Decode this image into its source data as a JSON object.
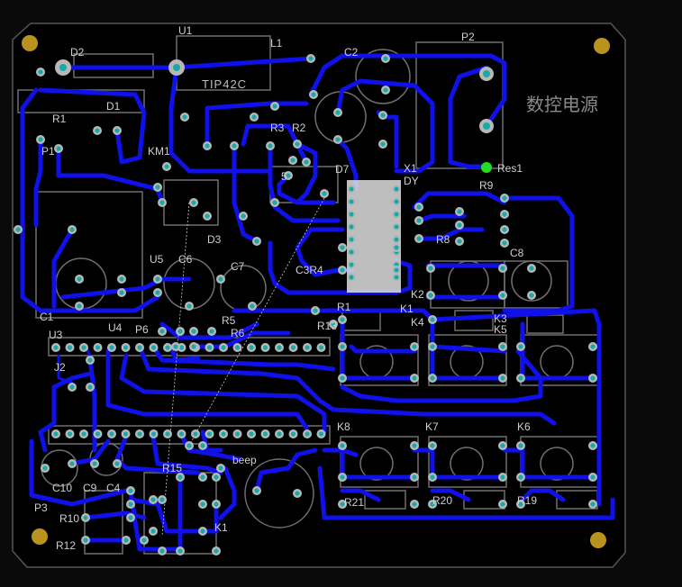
{
  "board": {
    "title": "数控电源",
    "colors": {
      "background": "#0a0a0a",
      "board": "#000000",
      "trace": "#1010e8",
      "silkscreen": "#6f6f6f",
      "pad": "#b8b8b8",
      "via": "#1aa9a9",
      "mounting_hole": "#b8941f",
      "highlight": "#e8e8e8",
      "marker": "#22dd22"
    }
  },
  "labels": {
    "u1": "U1",
    "l1": "L1",
    "d2": "D2",
    "c2": "C2",
    "p2": "P2",
    "tip42c": "TIP42C",
    "r1": "R1",
    "d1": "D1",
    "p1": "P1",
    "km1": "KM1",
    "d3": "D3",
    "r3": "R3",
    "ic5": "5",
    "d7": "D7",
    "x1": "X1",
    "dy": "DY",
    "res1": "Res1",
    "r9": "R9",
    "r8": "R8",
    "c8": "C8",
    "c3r4": "C3R4",
    "u5": "U5",
    "c6": "C6",
    "c7": "C7",
    "c1": "C1",
    "r1b": "R1",
    "k2": "K2",
    "k1b": "K1",
    "k4": "K4",
    "k3": "K3",
    "k5": "K5",
    "u3": "U3",
    "u4": "U4",
    "p6": "P6",
    "r5": "R5",
    "r6": "R6",
    "r2": "R2",
    "j2": "J2",
    "k8": "K8",
    "k7": "K7",
    "k6": "K6",
    "c10": "C10",
    "c9": "C9",
    "c4": "C4",
    "p3": "P3",
    "r10": "R10",
    "r12": "R12",
    "r15": "R15",
    "beep": "beep",
    "r21": "R21",
    "r20": "R20",
    "r19": "R19",
    "k1": "K1",
    "r13": "R13"
  }
}
